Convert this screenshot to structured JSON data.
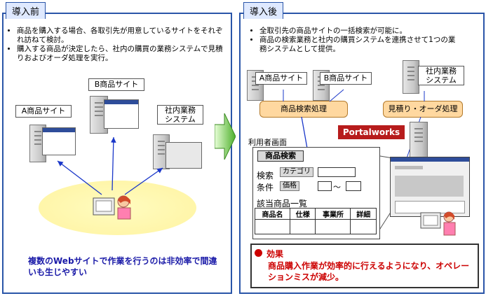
{
  "left": {
    "tab": "導入前",
    "bullets": [
      "商品を購入する場合、各取引先が用意しているサイトをそれぞれ訪ねて検討。",
      "購入する商品が決定したら、社内の購買の業務システムで見積りおよびオーダ処理を実行。"
    ],
    "site_a": "A商品サイト",
    "site_b": "B商品サイト",
    "internal": "社内業務\nシステム",
    "caption": "複数のWebサイトで作業を行うのは非効率で間違いも生じやすい"
  },
  "right": {
    "tab": "導入後",
    "bullets": [
      "全取引先の商品サイトの一括検索が可能に。",
      "商品の検索業務と社内の購買システムを連携させて1つの業務システムとして提供。"
    ],
    "site_a": "A商品サイト",
    "site_b": "B商品サイト",
    "internal": "社内業務\nシステム",
    "search_proc": "商品検索処理",
    "order_proc": "見積り・オーダ処理",
    "portalworks": "Portalworks",
    "user_screen_label": "利用者画面",
    "form": {
      "title": "商品検索",
      "search_label": "検索",
      "cond_label": "条件",
      "category": "カテゴリ",
      "price": "価格",
      "tilde": "～",
      "list_title": "該当商品一覧",
      "columns": [
        "商品名",
        "仕様",
        "事業所",
        "詳細"
      ]
    },
    "effect_title": "効果",
    "effect_text": "商品購入作業が効率的に行えるようになり、オペレーションミスが減少。"
  },
  "colors": {
    "frame": "#2a55a8",
    "accent_red": "#cc0000",
    "caption_blue": "#1a1aa8",
    "arrow_green": "#7fd24a",
    "portal_red": "#b71c1c"
  }
}
